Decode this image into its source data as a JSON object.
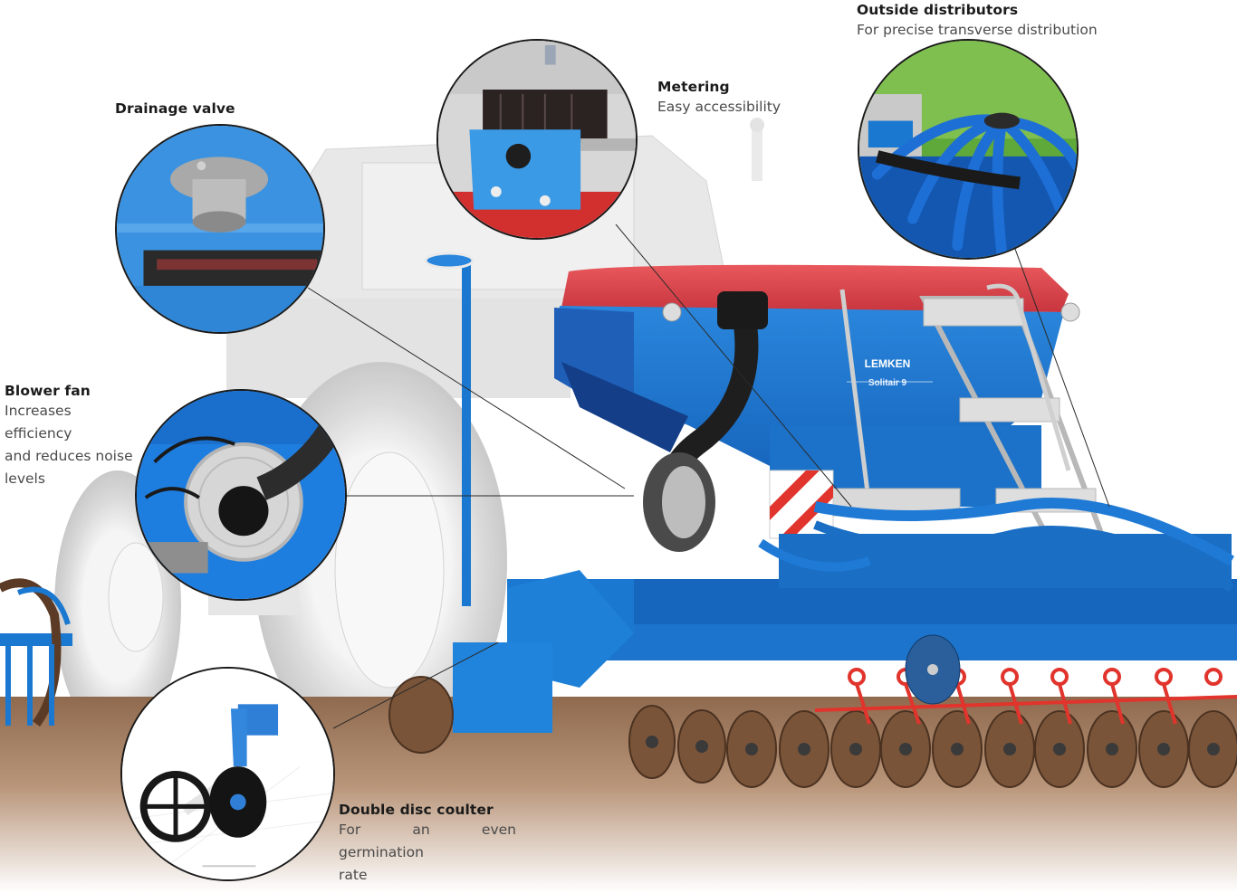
{
  "colors": {
    "machine_blue": "#1b78d0",
    "machine_blue_dark": "#0f4fa0",
    "hopper_lid_red": "#d9434a",
    "tractor_grey": "#dcdcdc",
    "soil_brown": "#a57a5a",
    "leader_line": "#2a2a2a",
    "title_text": "#1b1b1b",
    "desc_text": "#4a4a4a"
  },
  "product": {
    "brand": "LEMKEN",
    "model": "Solitair 9"
  },
  "callouts": {
    "outside_distributors": {
      "title": "Outside distributors",
      "description": "For precise transverse distribution"
    },
    "metering": {
      "title": "Metering",
      "description": "Easy accessibility"
    },
    "drainage_valve": {
      "title": "Drainage valve"
    },
    "blower_fan": {
      "title": "Blower fan",
      "description_lines": [
        "Increases efficiency",
        "and reduces noise",
        "levels"
      ]
    },
    "double_disc_coulter": {
      "title": "Double disc coulter",
      "description_lines": [
        "For an even germination",
        "rate"
      ]
    }
  }
}
